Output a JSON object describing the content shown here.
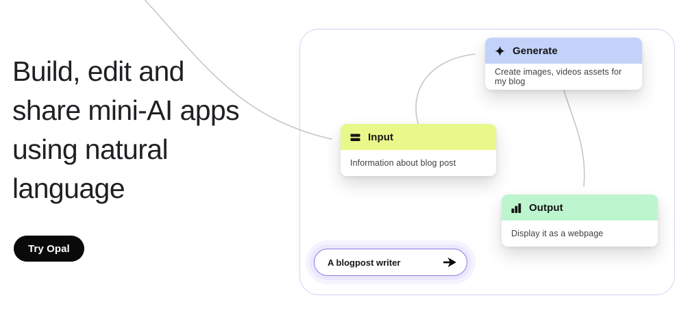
{
  "hero": {
    "headline_lines": [
      "Build, edit and",
      "share mini-AI apps",
      "using natural",
      "language"
    ],
    "cta_label": "Try Opal"
  },
  "diagram": {
    "card_border_color": "#cdd4f2",
    "connector_color": "#c6c6c6",
    "nodes": [
      {
        "title": "Generate",
        "description": "Create images, videos assets for my blog",
        "header_color": "#c2d2f9",
        "icon": "sparkle-icon"
      },
      {
        "title": "Input",
        "description": "Information about blog post",
        "header_color": "#e9f88a",
        "icon": "list-icon"
      },
      {
        "title": "Output",
        "description": "Display it as a webpage",
        "header_color": "#bdf5cf",
        "icon": "bar-chart-icon"
      }
    ],
    "prompt": {
      "value": "A blogpost writer",
      "send_icon": "send-icon"
    }
  }
}
